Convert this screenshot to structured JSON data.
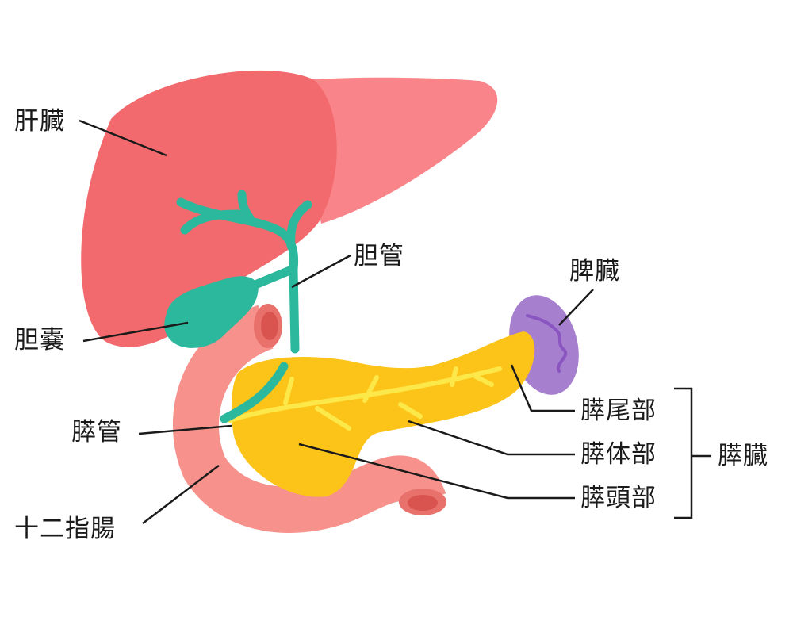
{
  "labels": {
    "liver": "肝臓",
    "bile_duct": "胆管",
    "gallbladder": "胆嚢",
    "pancreatic_duct": "膵管",
    "duodenum": "十二指腸",
    "spleen": "脾臓",
    "pancreas_tail": "膵尾部",
    "pancreas_body": "膵体部",
    "pancreas_head": "膵頭部",
    "pancreas": "膵臓"
  },
  "colors": {
    "liver_left": "#f26a6d",
    "liver_right": "#f9858a",
    "bile": "#2bb89c",
    "duodenum": "#f7918c",
    "duodenum_lumen": "#d9534f",
    "pancreas": "#fcc419",
    "pancreatic_duct": "#fde84a",
    "spleen": "#a67fcf",
    "spleen_vessel": "#8a55c0"
  }
}
